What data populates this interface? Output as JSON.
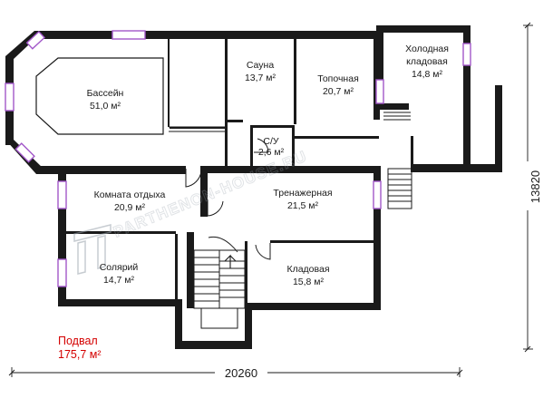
{
  "plan": {
    "floor_name": "Подвал",
    "floor_area": "175,7 м²",
    "width_dimension": "20260",
    "height_dimension": "13820",
    "watermark": "PARTHENON-HOUSE.RU",
    "rooms": [
      {
        "id": "pool",
        "name": "Бассейн",
        "area": "51,0 м²"
      },
      {
        "id": "sauna",
        "name": "Сауна",
        "area": "13,7 м²"
      },
      {
        "id": "boiler",
        "name": "Топочная",
        "area": "20,7 м²"
      },
      {
        "id": "cold-storage",
        "name": "Холодная",
        "name2": "кладовая",
        "area": "14,8 м²"
      },
      {
        "id": "wc",
        "name": "С/У",
        "area": "2,6 м²"
      },
      {
        "id": "lounge",
        "name": "Комната отдыха",
        "area": "20,9 м²"
      },
      {
        "id": "gym",
        "name": "Тренажерная",
        "area": "21,5 м²"
      },
      {
        "id": "solarium",
        "name": "Солярий",
        "area": "14,7 м²"
      },
      {
        "id": "storage",
        "name": "Кладовая",
        "area": "15,8 м²"
      }
    ],
    "colors": {
      "wall": "#1a1a1a",
      "window": "#a257c9",
      "floor_label": "#d40000"
    }
  }
}
